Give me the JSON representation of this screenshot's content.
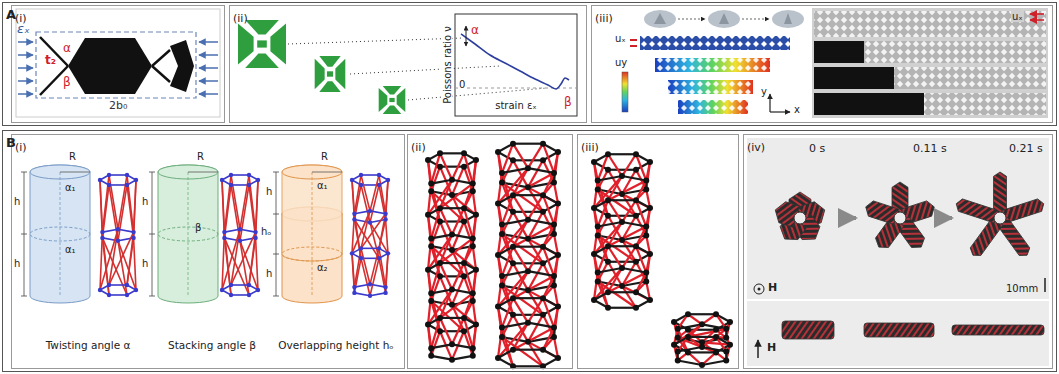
{
  "diagram": {
    "nodes": [
      {
        "text": [
          "A"
        ]
      },
      {
        "text": [
          "(i)"
        ],
        "in": 0
      },
      {
        "text": [
          "(ii)"
        ],
        "in": 0
      },
      {
        "text": [
          "(iii)"
        ],
        "in": 0
      },
      {
        "text": [
          "B"
        ]
      },
      {
        "text": [
          "(i)"
        ],
        "in": 4
      },
      {
        "text": [
          "(ii)"
        ],
        "in": 4
      },
      {
        "text": [
          "(iii)"
        ],
        "in": 4
      },
      {
        "text": [
          "(iv)"
        ],
        "in": 4
      }
    ],
    "labels": [
      "εₓ",
      "t₂",
      "α",
      "β",
      "2b₀",
      "Poissons ratio ν",
      "α",
      "0",
      "β",
      "strain εₓ",
      "uₓ",
      "uy",
      "y",
      "x",
      "uₓ",
      "R",
      "α₁",
      "h",
      "α₁",
      "h",
      "Twisting angle α",
      "R",
      "β",
      "h",
      "h",
      "Stacking angle β",
      "R",
      "α₁",
      "h",
      "hₒ",
      "α₂",
      "h",
      "Overlapping height hₒ",
      "0 s",
      "0.11 s",
      "0.21 s",
      "H",
      "10mm",
      "H"
    ]
  }
}
